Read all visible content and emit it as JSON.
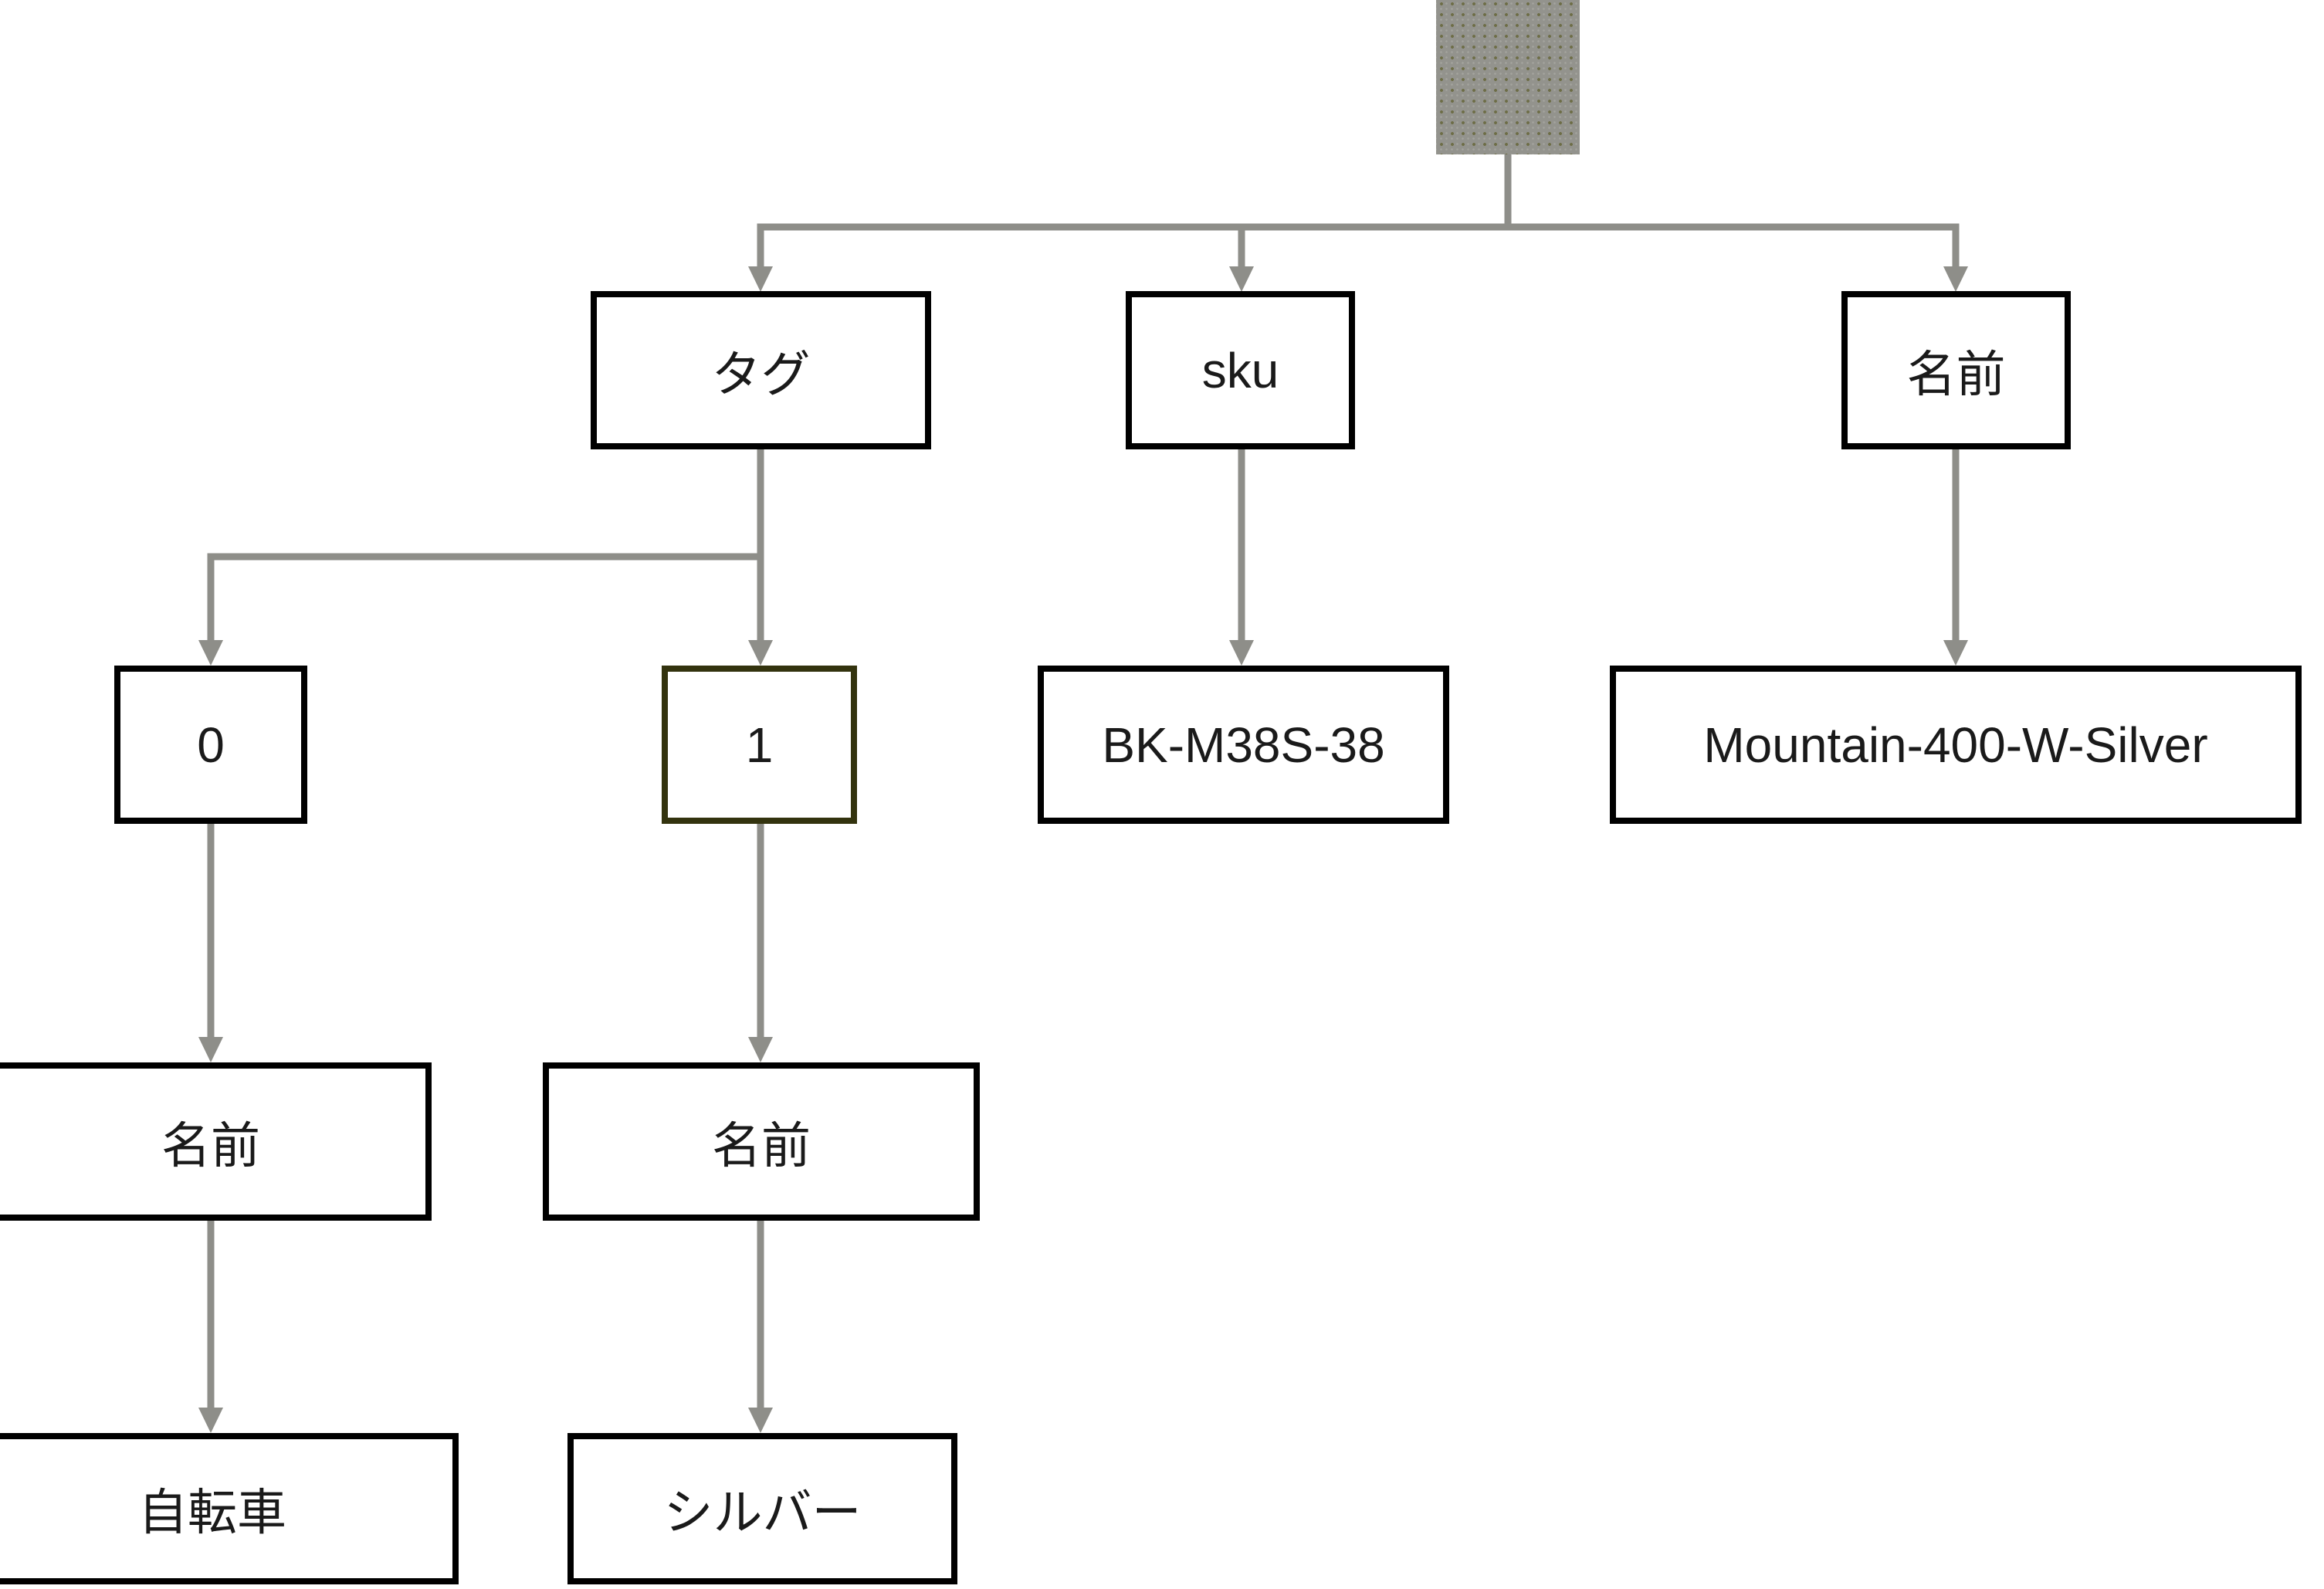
{
  "diagram": {
    "root_node": {
      "label": ""
    },
    "nodes": [
      {
        "label": "タグ"
      },
      {
        "label": "sku"
      },
      {
        "label": "名前"
      },
      {
        "label": "0"
      },
      {
        "label": "1",
        "selected": true
      },
      {
        "label": "BK-M38S-38"
      },
      {
        "label": "Mountain-400-W-Silver"
      },
      {
        "label": "名前"
      },
      {
        "label": "名前"
      },
      {
        "label": "自転車"
      },
      {
        "label": "シルバー"
      }
    ],
    "colors": {
      "connector": "#8e8e89",
      "node_border": "#000000",
      "selected_node_border": "#33330e",
      "root_fill": "#93938d",
      "node_fill": "#ffffff",
      "text": "#1a1a1a"
    }
  }
}
